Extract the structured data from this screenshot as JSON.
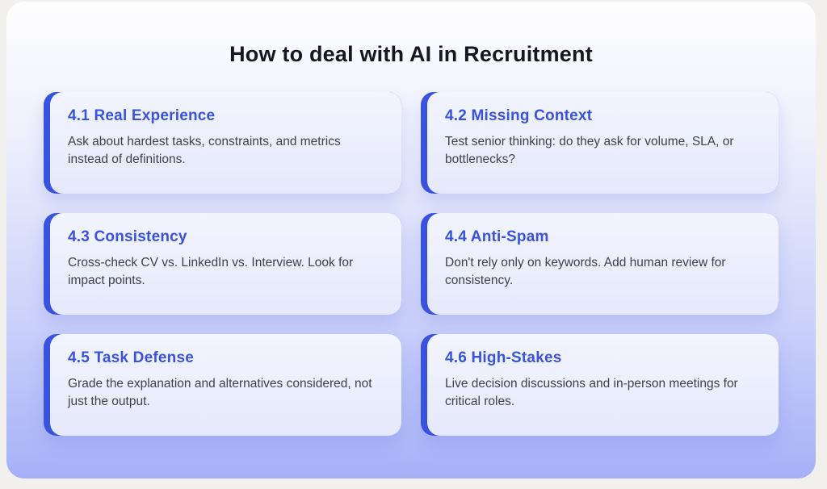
{
  "page": {
    "title": "How to deal with AI in Recruitment"
  },
  "colors": {
    "accent_blue": "#3a52e4",
    "heading_blue": "#3a52e4",
    "title_text": "#17171f",
    "body_text": "#41414c",
    "card_background": "#e9ecfc",
    "panel_gradient_top": "#fefeff",
    "panel_gradient_bottom": "#a6b0f7",
    "outer_background": "#f2f0ed"
  },
  "cards": [
    {
      "heading": "4.1 Real Experience",
      "body": "Ask about hardest tasks, constraints, and metrics instead of definitions."
    },
    {
      "heading": "4.2 Missing Context",
      "body": "Test senior thinking: do they ask for volume, SLA, or bottlenecks?"
    },
    {
      "heading": "4.3 Consistency",
      "body": "Cross-check CV vs. LinkedIn vs. Interview. Look for impact points."
    },
    {
      "heading": "4.4 Anti-Spam",
      "body": "Don't rely only on keywords. Add human review for consistency."
    },
    {
      "heading": "4.5 Task Defense",
      "body": "Grade the explanation and alternatives considered, not just the output."
    },
    {
      "heading": "4.6 High-Stakes",
      "body": "Live decision discussions and in-person meetings for critical roles."
    }
  ]
}
